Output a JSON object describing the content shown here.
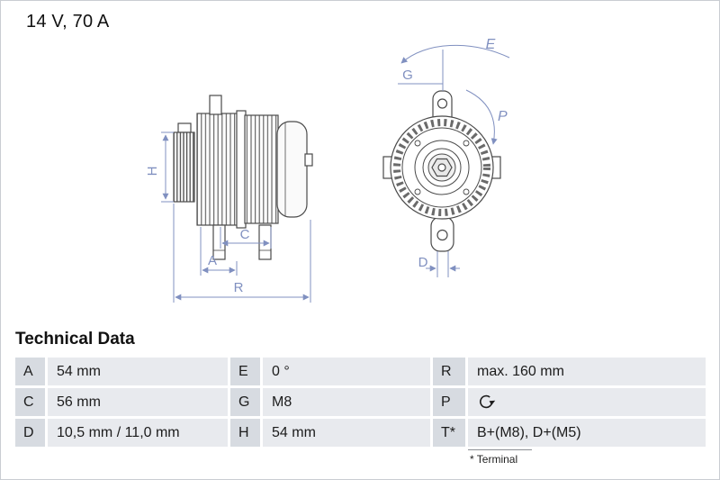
{
  "header": {
    "rating": "14 V, 70 A"
  },
  "diagram": {
    "accent_color": "#8090c0",
    "line_color": "#4a4a4a",
    "dimension_labels": {
      "H": "H",
      "C": "C",
      "A": "A",
      "R": "R",
      "E": "E",
      "G": "G",
      "P": "P",
      "D": "D"
    }
  },
  "technical_data": {
    "title": "Technical Data",
    "rows": [
      {
        "cells": [
          {
            "key": "A",
            "value": "54 mm"
          },
          {
            "key": "E",
            "value": "0 °"
          },
          {
            "key": "R",
            "value": "max. 160 mm"
          }
        ]
      },
      {
        "cells": [
          {
            "key": "C",
            "value": "56 mm"
          },
          {
            "key": "G",
            "value": "M8"
          },
          {
            "key": "P",
            "value": "",
            "icon": "clockwise-rotation-icon"
          }
        ]
      },
      {
        "cells": [
          {
            "key": "D",
            "value": "10,5 mm / 11,0 mm"
          },
          {
            "key": "H",
            "value": "54 mm"
          },
          {
            "key": "T*",
            "value": "B+(M8), D+(M5)"
          }
        ]
      }
    ],
    "footnote": "* Terminal"
  }
}
